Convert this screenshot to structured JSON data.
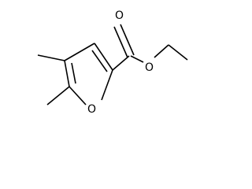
{
  "molecule": {
    "atom_labels": {
      "carbonyl_oxygen": "O",
      "ester_oxygen": "O",
      "ring_oxygen": "O"
    }
  }
}
